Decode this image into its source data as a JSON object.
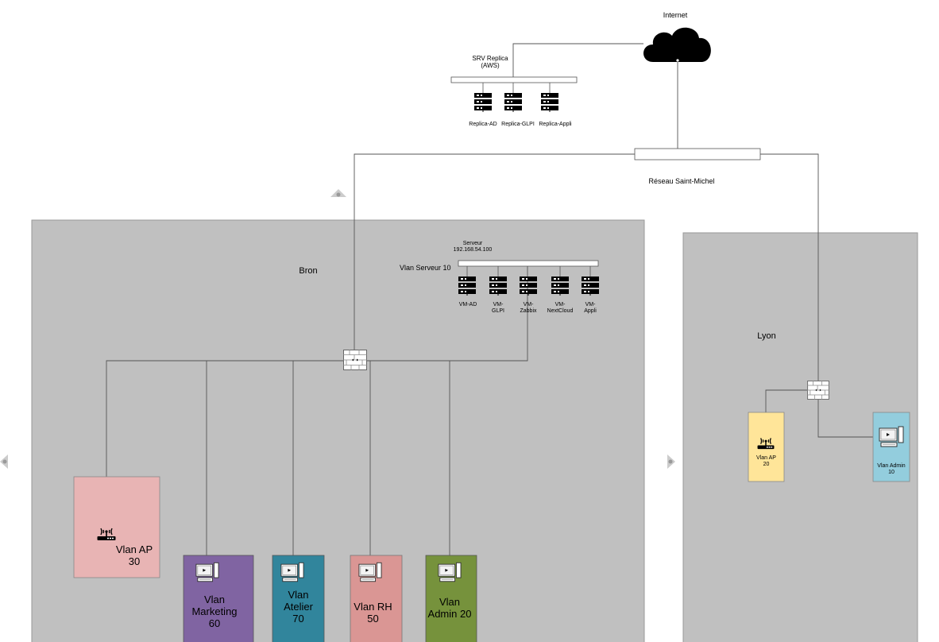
{
  "internet": {
    "label": "Internet"
  },
  "replica": {
    "title_line1": "SRV Replica",
    "title_line2": "(AWS)",
    "servers": [
      "Replica-AD",
      "Replica-GLPI",
      "Replica-Appli"
    ]
  },
  "backbone": {
    "label": "Réseau Saint-Michel"
  },
  "bron": {
    "label": "Bron",
    "server_group_line1": "Serveur",
    "server_group_line2": "192.168.54.100",
    "vlan_server_label": "Vlan Serveur 10",
    "vms": [
      {
        "line1": "VM-AD",
        "line2": ""
      },
      {
        "line1": "VM-",
        "line2": "GLPI"
      },
      {
        "line1": "VM-",
        "line2": "Zabbix"
      },
      {
        "line1": "VM-",
        "line2": "NextCloud"
      },
      {
        "line1": "VM-",
        "line2": "Appli"
      }
    ],
    "vlans": [
      {
        "line1": "Vlan AP",
        "line2": "30",
        "color": "#e8b4b4"
      },
      {
        "line1": "Vlan",
        "line2": "Marketing",
        "line3": "60",
        "color": "#8064a2"
      },
      {
        "line1": "Vlan",
        "line2": "Atelier",
        "line3": "70",
        "color": "#31859c"
      },
      {
        "line1": "Vlan RH",
        "line2": "50",
        "color": "#da9694"
      },
      {
        "line1": "Vlan",
        "line2": "Admin 20",
        "color": "#76923c"
      }
    ]
  },
  "lyon": {
    "label": "Lyon",
    "vlans": [
      {
        "line1": "Vlan AP",
        "line2": "20",
        "color": "#ffe599"
      },
      {
        "line1": "Vlan Admin",
        "line2": "10",
        "color": "#93cddd"
      }
    ]
  },
  "colors": {
    "site_background": "#c0c0c0",
    "site_border": "#999999",
    "link": "#555555",
    "cloud": "#000000"
  }
}
